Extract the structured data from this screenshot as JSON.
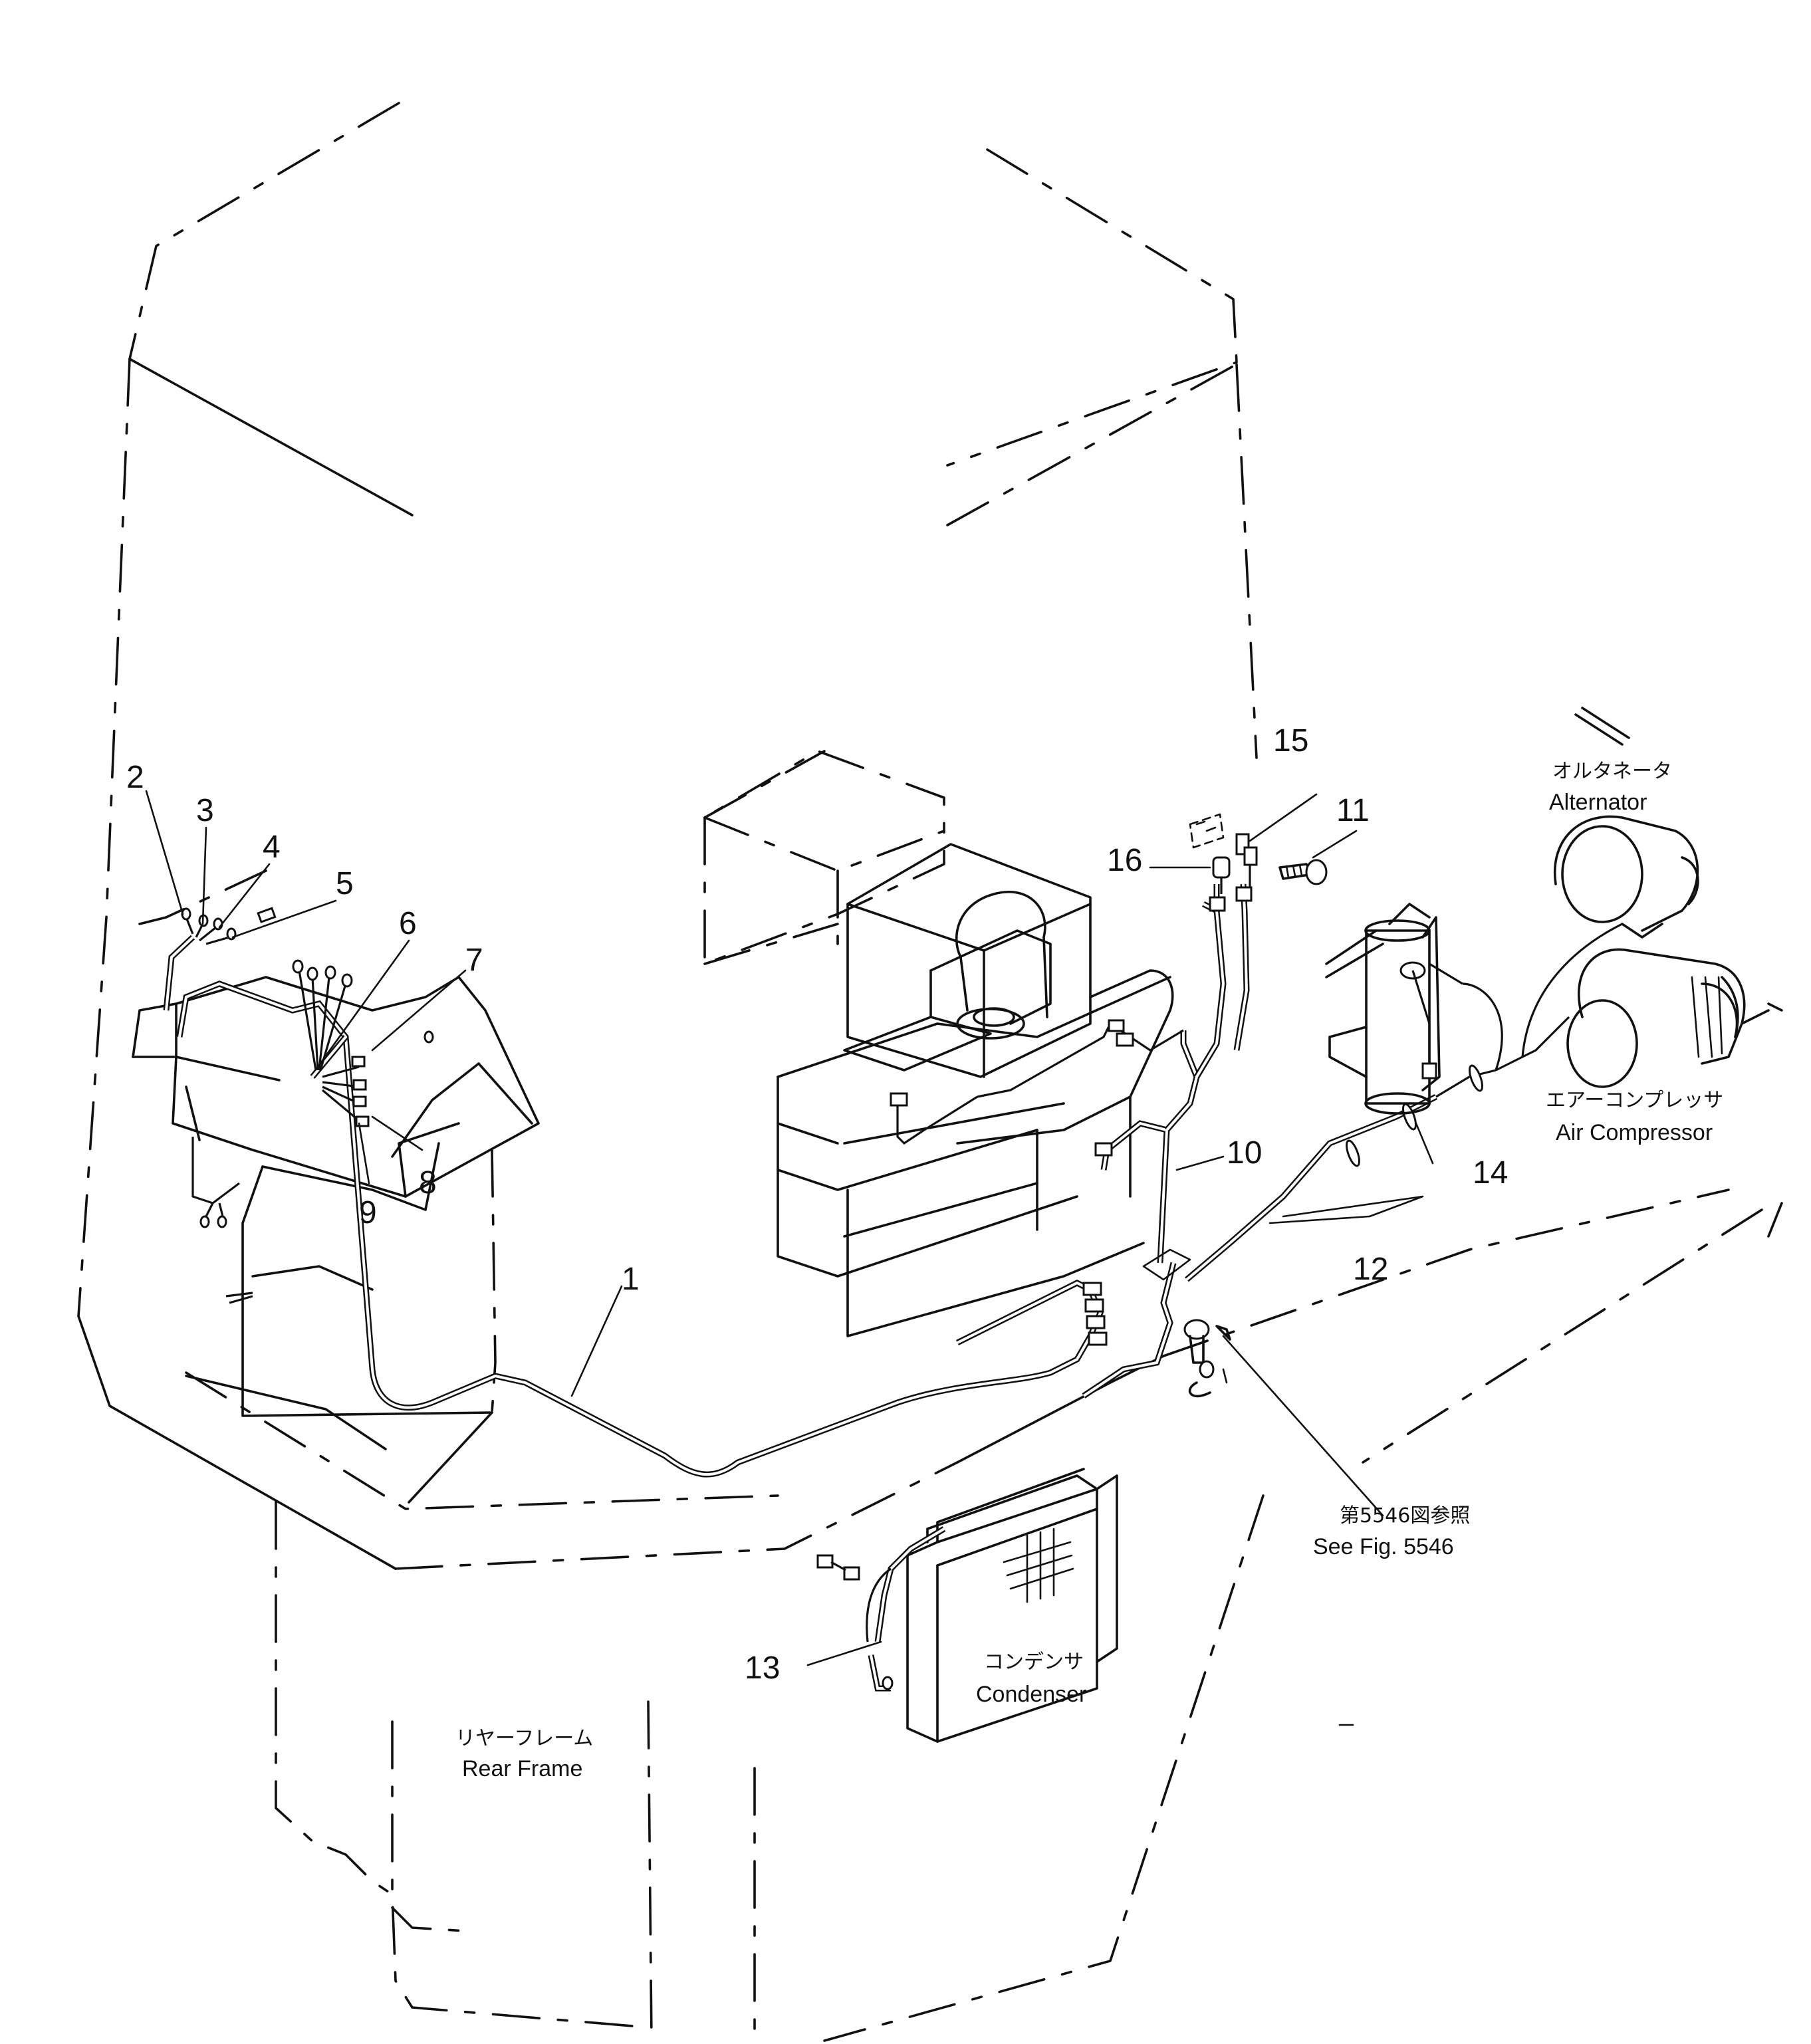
{
  "part_numbers": [
    "1",
    "2",
    "3",
    "4",
    "5",
    "6",
    "7",
    "8",
    "9",
    "10",
    "11",
    "12",
    "13",
    "14",
    "15",
    "16"
  ],
  "labels": {
    "alternator_jp": "オルタネータ",
    "alternator_en": "Alternator",
    "air_compressor_jp": "エアーコンプレッサ",
    "air_compressor_en": "Air Compressor",
    "see_fig_jp": "第5546図参照",
    "see_fig_en": "See Fig. 5546",
    "condenser_jp": "コンデンサ",
    "condenser_en": "Condenser",
    "rear_frame_jp": "リヤーフレーム",
    "rear_frame_en": "Rear Frame"
  }
}
